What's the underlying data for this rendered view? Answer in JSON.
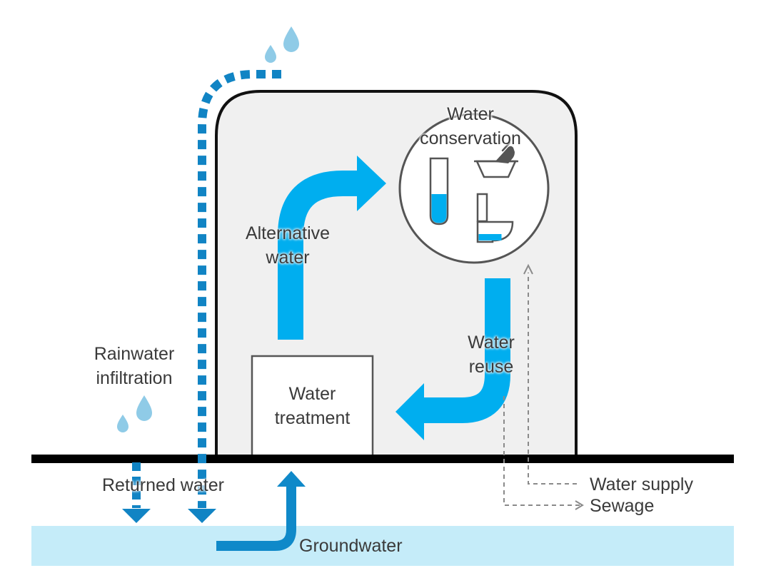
{
  "labels": {
    "water_conservation_1": "Water",
    "water_conservation_2": "conservation",
    "alternative_water_1": "Alternative",
    "alternative_water_2": "water",
    "water_reuse_1": "Water",
    "water_reuse_2": "reuse",
    "rainwater_1": "Rainwater",
    "rainwater_2": "infiltration",
    "water_treatment_1": "Water",
    "water_treatment_2": "treatment",
    "returned_water": "Returned water",
    "water_supply": "Water supply",
    "sewage": "Sewage",
    "groundwater": "Groundwater"
  },
  "colors": {
    "blue": "#00aeef",
    "dark_blue": "#0f89c9",
    "light_blue": "#c5ecf9",
    "building_fill": "#f0f0f0",
    "outline": "#111111",
    "text": "#3a3a3a",
    "dashed_gray": "#8a8a8a"
  },
  "icons": [
    "water-drop-icon",
    "test-tube-icon",
    "hand-wash-basin-icon",
    "toilet-icon"
  ]
}
